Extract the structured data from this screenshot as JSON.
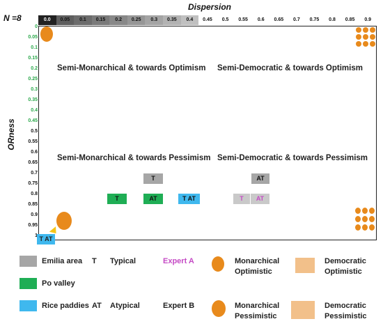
{
  "header": {
    "n_label": "N =8",
    "dispersion_label": "Dispersion",
    "orness_label": "ORness"
  },
  "x_ticks": [
    "0.0",
    "0.05",
    "0.1",
    "0.15",
    "0.2",
    "0.25",
    "0.3",
    "0.35",
    "0.4",
    "0.45",
    "0.5",
    "0.55",
    "0.6",
    "0.65",
    "0.7",
    "0.75",
    "0.8",
    "0.85",
    "0.9"
  ],
  "y_ticks": [
    "0",
    "0.05",
    "0.1",
    "0.15",
    "0.2",
    "0.25",
    "0.3",
    "0.35",
    "0.4",
    "0.45",
    "0.5",
    "0.55",
    "0.6",
    "0.65",
    "0.7",
    "0.75",
    "0.8",
    "0.85",
    "0.9",
    "0.95",
    "1"
  ],
  "quadrants": {
    "top_left": "Semi-Monarchical  & towards Optimism",
    "top_right": "Semi-Democratic & towards Optimism",
    "bottom_left": "Semi-Monarchical  & towards Pessimism",
    "bottom_right": "Semi-Democratic & towards Pessimism"
  },
  "markers": {
    "emilia_t": "T",
    "emilia_at": "AT",
    "po_t": "T",
    "po_at": "AT",
    "rice_t_at": "T AT",
    "expertA_t": "T",
    "expertA_at": "AT",
    "corner": "T AT"
  },
  "legend": {
    "emilia": "Emilia area",
    "po": "Po valley",
    "rice": "Rice paddies",
    "t": "T",
    "typical": "Typical",
    "at": "AT",
    "atypical": "Atypical",
    "expert_a": "Expert A",
    "expert_b": "Expert B",
    "monarchical_optimistic_1": "Monarchical",
    "monarchical_optimistic_2": "Optimistic",
    "democratic_optimistic_1": "Democratic",
    "democratic_optimistic_2": "Optimistic",
    "monarchical_pessimistic_1": "Monarchical",
    "monarchical_pessimistic_2": "Pessimistic",
    "democratic_pessimistic_1": "Democratic",
    "democratic_pessimistic_2": "Pessimistic"
  },
  "colors": {
    "emilia": "#a6a6a6",
    "po": "#1fae55",
    "rice": "#3fb8ee",
    "expert_a": "#c54bc5",
    "icon": "#e88a1c"
  }
}
